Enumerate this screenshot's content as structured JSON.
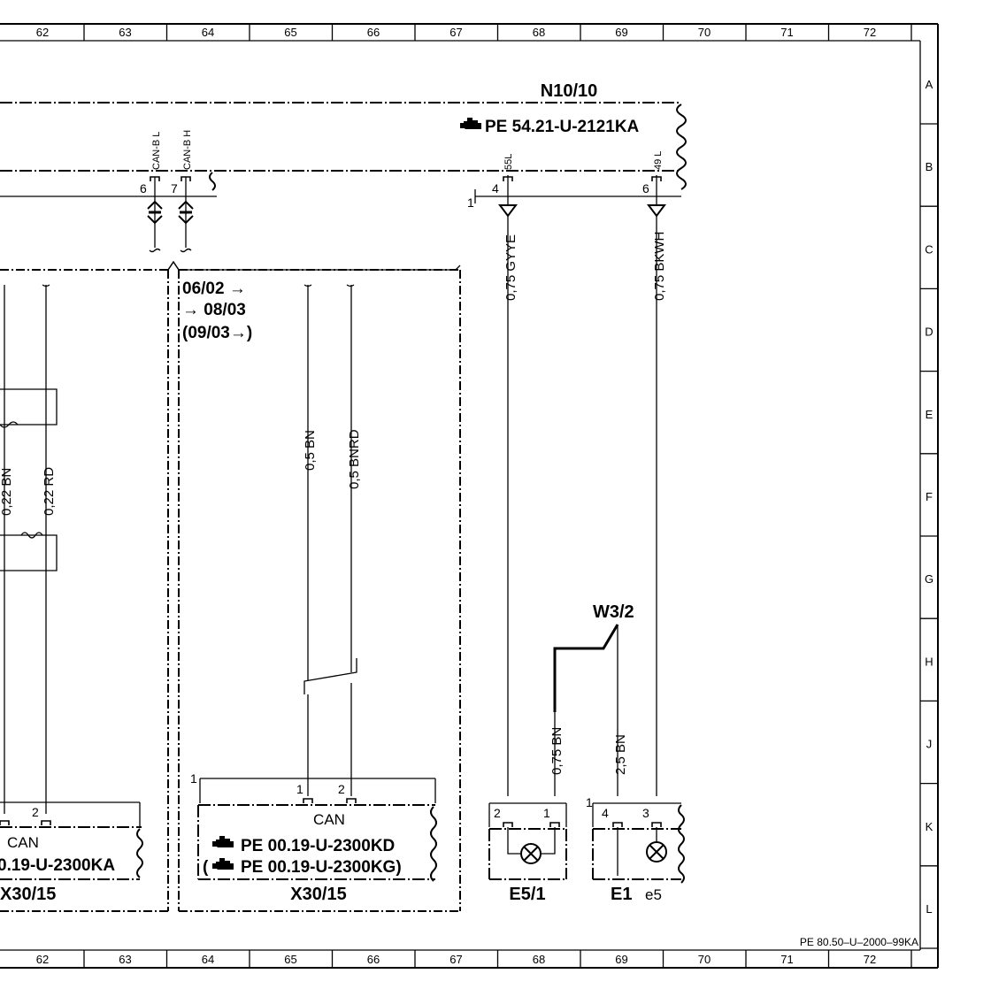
{
  "grid": {
    "columns": [
      "62",
      "63",
      "64",
      "65",
      "66",
      "67",
      "68",
      "69",
      "70",
      "71",
      "72"
    ],
    "rows": [
      "A",
      "B",
      "C",
      "D",
      "E",
      "F",
      "G",
      "H",
      "J",
      "K",
      "L"
    ]
  },
  "title_block": {
    "document_ref": "PE 80.50–U–2000–99KA"
  },
  "components": {
    "n10_10": {
      "name": "N10/10",
      "ref": "PE 54.21-U-2121KA",
      "pins": {
        "can_b_l": {
          "number": "6",
          "signal": "CAN-B L"
        },
        "can_b_h": {
          "number": "7",
          "signal": "CAN-B H"
        },
        "p55l": {
          "number": "4",
          "signal": "55L"
        },
        "p49l": {
          "number": "6",
          "signal": "49 L"
        }
      },
      "marker": "1"
    },
    "x30_15_left": {
      "name": "X30/15",
      "label": "CAN",
      "ref": "0.19-U-2300KA",
      "pins": [
        "2"
      ]
    },
    "x30_15_right": {
      "name": "X30/15",
      "label": "CAN",
      "ref": "PE  00.19-U-2300KD",
      "ref_alt": "PE  00.19-U-2300KG)",
      "ref_alt_prefix": "(",
      "pins": [
        "1",
        "2"
      ],
      "marker": "1"
    },
    "e5_1": {
      "name": "E5/1",
      "pins": [
        "2",
        "1"
      ]
    },
    "e1": {
      "name": "E1",
      "sub": "e5",
      "pins": [
        "4",
        "3"
      ],
      "marker": "1"
    },
    "w3_2": {
      "name": "W3/2"
    }
  },
  "date_notes": {
    "line1": "06/02",
    "line2": "08/03",
    "line3": "(09/03",
    "line3_close": ")"
  },
  "wires": {
    "left_bn": "0,22 BN",
    "left_rd": "0,22 RD",
    "mid_bn": "0,5 BN",
    "mid_bnrd": "0,5 BNRD",
    "gyye": "0,75 GYYE",
    "bkwh": "0,75 BKWH",
    "e5_bn": "0,75 BN",
    "e1_bn": "2,5 BN"
  },
  "colors": {
    "ink": "#000000",
    "paper": "#ffffff"
  },
  "icons": {
    "reference": "pointing-hand-icon",
    "lamp": "lamp-icon"
  }
}
